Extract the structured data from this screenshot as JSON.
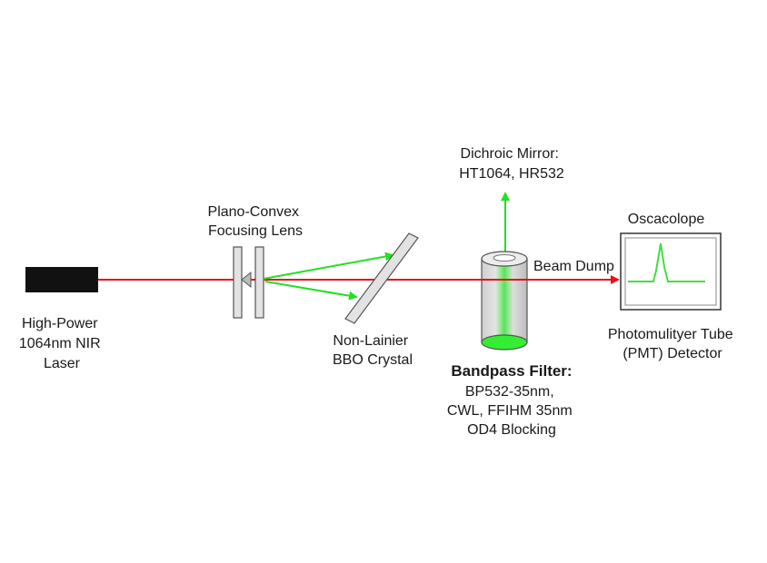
{
  "labels": {
    "laser": [
      "High-Power",
      "1064nm NIR",
      "Laser"
    ],
    "lens": [
      "Plano-Convex",
      "Focusing Lens"
    ],
    "crystal": [
      "Non-Lainier",
      "BBO Crystal"
    ],
    "dichroic": [
      "Dichroic Mirror:",
      "HT1064, HR532"
    ],
    "beam_dump": "Beam Dump",
    "filter_title": "Bandpass Filter:",
    "filter_lines": [
      "BP532-35nm,",
      "CWL, FFIHM 35nm",
      "OD4 Blocking"
    ],
    "oscilloscope": "Oscacolope",
    "pmt": [
      "Photomulityer Tube",
      "(PMT) Detector"
    ]
  },
  "colors": {
    "ir_beam": "#e8101a",
    "green_beam": "#22e022",
    "laser_body": "#111111",
    "optic_fill": "#e2e2e2",
    "optic_stroke": "#555555",
    "scope_screen": "#ffffff",
    "scope_trace": "#44dd44"
  }
}
